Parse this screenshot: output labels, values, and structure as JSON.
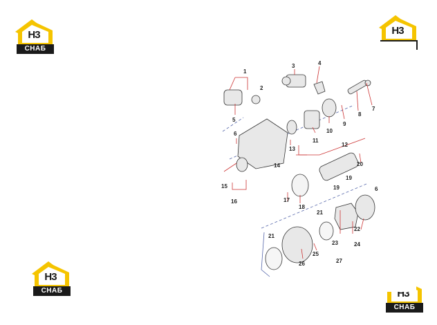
{
  "brand": {
    "letters": "H3",
    "word": "СНАБ",
    "colors": {
      "yellow": "#f5c400",
      "dark": "#1a1a1a"
    }
  },
  "diagram": {
    "callouts": [
      "1",
      "2",
      "3",
      "4",
      "5",
      "6",
      "7",
      "8",
      "9",
      "10",
      "11",
      "12",
      "13",
      "14",
      "15",
      "16",
      "17",
      "18",
      "19",
      "20",
      "21",
      "21",
      "22",
      "23",
      "24",
      "25",
      "26",
      "27",
      "6",
      "19"
    ],
    "leader_color": "#cc3333",
    "border_color": "#5566aa"
  }
}
